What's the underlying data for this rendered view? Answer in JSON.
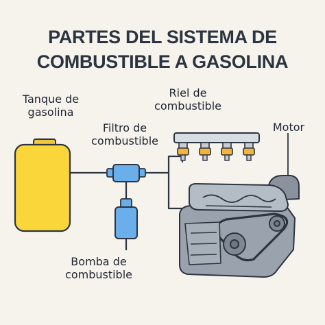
{
  "title": {
    "line1": "PARTES DEL SISTEMA DE",
    "line2": "COMBUSTIBLE A GASOLINA"
  },
  "labels": {
    "tank": {
      "line1": "Tanque de",
      "line2": "gasolina"
    },
    "filter": {
      "line1": "Filtro de",
      "line2": "combustible"
    },
    "rail": {
      "line1": "Riel de",
      "line2": "combustible"
    },
    "engine": {
      "line1": "Motor"
    },
    "pump": {
      "line1": "Bomba de",
      "line2": "combustible"
    }
  },
  "colors": {
    "background": "#f6f3ec",
    "tank": "#fbd63a",
    "filter_pump": "#6aaeea",
    "rail": "#d8dde3",
    "injector": "#f2b53a",
    "engine": "#9aa3ad",
    "outline": "#2c3440"
  }
}
